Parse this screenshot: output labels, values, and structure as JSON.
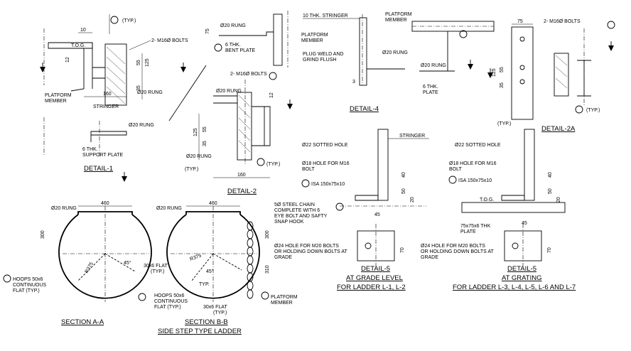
{
  "details": {
    "detail1": {
      "title": "DETAIL-1",
      "tog": "T.O.G.",
      "typ": "(TYP.)",
      "bolts": "2- M16Ø BOLTS",
      "rung": "Ø20 RUNG",
      "platform_member": [
        "PLATFORM",
        "MEMBER"
      ],
      "stringer": "STRINGER",
      "support_plate": [
        "6 THK.",
        "SUPPORT PLATE"
      ],
      "dims": {
        "d10": "10",
        "d12": "12",
        "d160": "160",
        "d55": "55",
        "d125": "125",
        "d35": "35"
      }
    },
    "detail2": {
      "title": "DETAIL-2",
      "bolts": "2- M16Ø BOLTS",
      "rung": "Ø20 RUNG",
      "typ_left": "(TYP.)",
      "typ_right": "(TYP.)",
      "dims": {
        "d12": "12",
        "d125": "125",
        "d55": "55",
        "d35": "35",
        "d160": "160"
      }
    },
    "detail3": {
      "rung": "Ø20 RUNG",
      "platform_member": [
        "PLATFORM",
        "MEMBER"
      ],
      "bent_plate": [
        "6 THK.",
        "BENT PLATE"
      ],
      "dims": {
        "d75": "75"
      }
    },
    "detail4": {
      "title": "DETAIL-4",
      "stringer": "10 THK. STRINGER",
      "platform_member": [
        "PLATFORM",
        "MEMBER"
      ],
      "plug_weld": [
        "PLUG WELD AND",
        "GRIND FLUSH"
      ],
      "rung": "Ø20 RUNG",
      "rung_left": "Ø20 RUNG",
      "plate": [
        "6 THK.",
        "PLATE"
      ],
      "dims": {
        "d3": "3"
      }
    },
    "detail2a": {
      "title": "DETAIL-2A",
      "bolts": "2- M16Ø BOLTS",
      "typ_left": "(TYP.)",
      "typ_right": "(TYP.)",
      "dims": {
        "d75": "75",
        "d125": "125",
        "d55": "55",
        "d35": "35"
      }
    },
    "detail5a": {
      "title": [
        "DETAIL-5",
        "AT GRADE LEVEL",
        "FOR LADDER L-1, L-2"
      ],
      "sotted_hole": "Ø22 SOTTED HOLE",
      "stringer": "STRINGER",
      "hole_m16": [
        "Ø18 HOLE  FOR M16",
        "BOLT"
      ],
      "isa": "ISA 150x75x10",
      "hole_m20": [
        "Ø24 HOLE FOR M20 BOLTS",
        "OR HOLDING DOWN BOLTS AT",
        "GRADE"
      ],
      "dims": {
        "d40": "40",
        "d50": "50",
        "d20": "20",
        "d45": "45",
        "d70": "70"
      }
    },
    "detail5b": {
      "title": [
        "DETAIL-5",
        "AT GRATING",
        "FOR LADDER L-3, L-4, L-5, L-6 AND L-7"
      ],
      "sotted_hole": "Ø22 SOTTED HOLE",
      "hole_m16": [
        "Ø18 HOLE  FOR M16",
        "BOLT"
      ],
      "isa": "ISA 150x75x10",
      "tog": "T.O.G.",
      "plate": [
        "75x75x6 THK",
        "PLATE"
      ],
      "hole_m20": [
        "Ø24 HOLE FOR M20 BOLTS",
        "OR HOLDING DOWN BOLTS AT",
        "GRADE"
      ],
      "dims": {
        "d40": "40",
        "d50": "50",
        "d20": "20",
        "d45": "45",
        "d70": "70"
      }
    },
    "sectionAA": {
      "title": "SECTION A-A",
      "rung": "Ø20 RUNG",
      "hoops": [
        "HOOPS 50x6",
        "CONTINUOUS",
        "FLAT (TYP.)"
      ],
      "flat": [
        "30x6 FLAT",
        "(TYP.)"
      ],
      "dims": {
        "d460": "460",
        "d300": "300",
        "r375": "R375",
        "a45": "45°"
      }
    },
    "sectionBB": {
      "title": [
        "SECTION B-B",
        "SIDE STEP TYPE LADDER"
      ],
      "rung": "Ø20 RUNG",
      "chain": [
        "5Ø STEEL CHAIN",
        "COMPLETE WITH 6",
        "EYE BOLT AND SAFTY",
        "SNAP HOOK"
      ],
      "hoops": [
        "HOOPS 50x6",
        "CONTINUOUS",
        "FLAT (TYP.)"
      ],
      "flat": [
        "30x6 FLAT",
        "(TYP.)"
      ],
      "platform_member": [
        "PLATFORM",
        "MEMBER"
      ],
      "typ": "TYP.",
      "dims": {
        "d460": "460",
        "d300": "300",
        "d310": "310",
        "r375": "R375",
        "a45": "45°"
      }
    }
  }
}
